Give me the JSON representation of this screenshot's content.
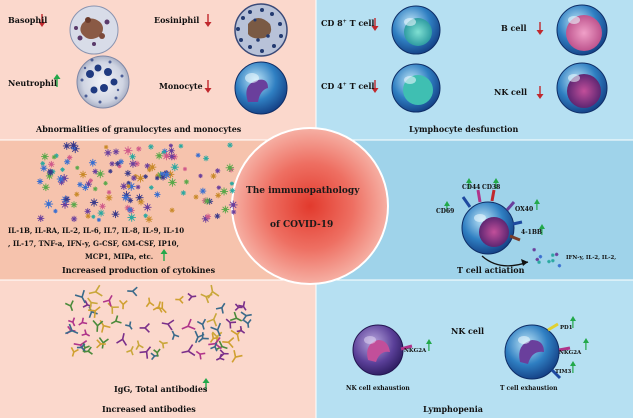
{
  "center": {
    "line1": "The immunopathology",
    "line2": "of COVID-19"
  },
  "panels": {
    "granulocytes": {
      "title": "Abnormalities of granulocytes and monocytes",
      "basophil": "Basophil",
      "eosinophil": "Eosiniphil",
      "neutrophil": "Neutrophil",
      "monocyte": "Monocyte"
    },
    "lymphocyte": {
      "title": "Lymphocyte desfunction",
      "cd8_main": "CD 8",
      "cd8_sup": "+",
      "cd8_rest": " T cell",
      "cd4_main": "CD 4",
      "cd4_sup": "+",
      "cd4_rest": " T cell",
      "bcell": "B cell",
      "nkcell": "NK cell"
    },
    "cytokines": {
      "lines": [
        "IL-1B, IL-RA, IL-2, IL-6, IL7, IL-8, IL-9, IL-10",
        ", IL-17, TNF-a, IFN-y, G-CSF, GM-CSF, IP10,",
        "MCP1, MIPa, etc."
      ],
      "title": "Increased production of cytokines"
    },
    "activation": {
      "title": "T cell actiation",
      "markers": [
        "CD44",
        "CD38",
        "CD69",
        "OX40",
        "4-1BB"
      ],
      "output": "IFN-y, IL-2, IL-2,"
    },
    "antibodies": {
      "line": "IgG, Total antibodies",
      "title": "Increased antibodies"
    },
    "lymphopenia": {
      "nk_header": "NK cell",
      "nkg2a_left": "NKG2A",
      "nk_exh": "NK cell exhaustion",
      "pd1": "PD1",
      "nkg2a_right": "NKG2A",
      "tim3": "TIM3",
      "t_exh": "T cell exhaustion",
      "title": "Lymphopenia"
    }
  },
  "colors": {
    "salmon": "#fbd8cc",
    "sky": "#bfe4f3",
    "up": "#22a84a",
    "down": "#c0282d",
    "center": "#e44b3c"
  }
}
